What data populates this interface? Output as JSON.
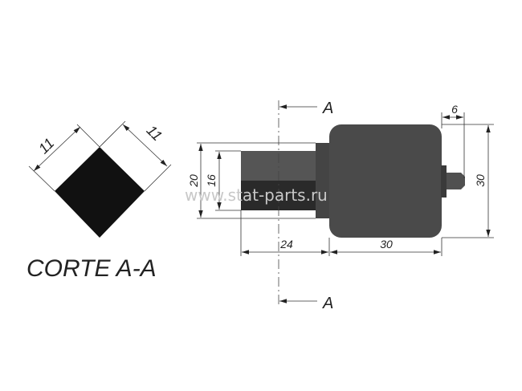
{
  "section_view": {
    "title": "CORTE A-A",
    "dim_left": "11",
    "dim_right": "11"
  },
  "side_view": {
    "section_label_top": "A",
    "section_label_bottom": "A",
    "dim_outer_height": "20",
    "dim_hex_height": "16",
    "dim_shaft_length": "24",
    "dim_body_length": "30",
    "dim_body_height": "30",
    "dim_pin_length": "6"
  },
  "watermark": "www.stat-parts.ru",
  "colors": {
    "part_dark": "#2a2a2a",
    "part_body": "#4a4a4a",
    "part_light": "#555555"
  }
}
